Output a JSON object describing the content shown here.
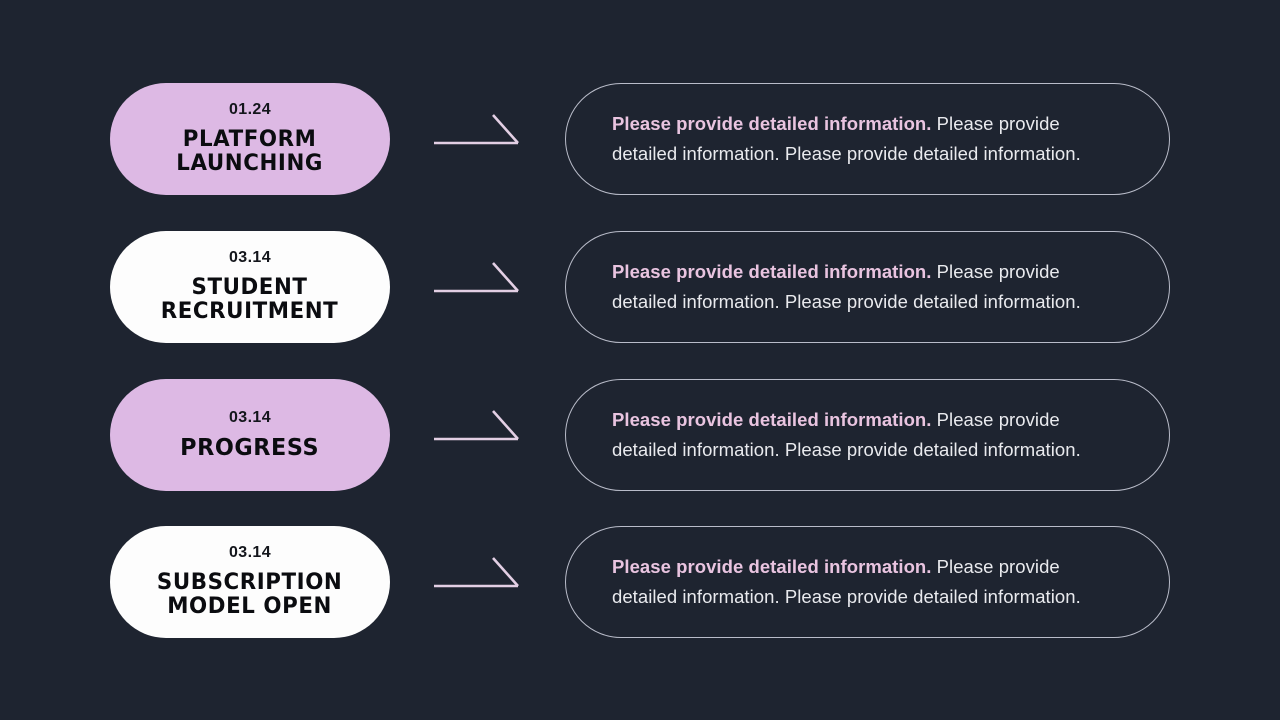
{
  "theme": {
    "background": "#1e2430",
    "accent_pill": "#ddb9e4",
    "plain_pill": "#fdfdfd",
    "card_border": "#b9bcc9",
    "body_text": "#e9eaee",
    "lead_text": "#e9c4e0",
    "arrow": "#e3cfe4"
  },
  "rows": [
    {
      "date": "01.24",
      "title_line1": "PLATFORM",
      "title_line2": "LAUNCHING",
      "style": "accent",
      "arrow_name": "arrow-icon-1",
      "detail_lead": "Please provide detailed information.",
      "detail_rest": " Please provide detailed information. Please provide detailed information."
    },
    {
      "date": "03.14",
      "title_line1": "STUDENT",
      "title_line2": "RECRUITMENT",
      "style": "plain",
      "arrow_name": "arrow-icon-2",
      "detail_lead": "Please provide detailed information.",
      "detail_rest": " Please provide detailed information. Please provide detailed information."
    },
    {
      "date": "03.14",
      "title_line1": "PROGRESS",
      "title_line2": "",
      "style": "accent",
      "arrow_name": "arrow-icon-3",
      "detail_lead": "Please provide detailed information.",
      "detail_rest": " Please provide detailed information. Please provide detailed information."
    },
    {
      "date": "03.14",
      "title_line1": "SUBSCRIPTION",
      "title_line2": "MODEL OPEN",
      "style": "plain",
      "arrow_name": "arrow-icon-4",
      "detail_lead": "Please provide detailed information.",
      "detail_rest": " Please provide detailed information. Please provide detailed information."
    }
  ]
}
